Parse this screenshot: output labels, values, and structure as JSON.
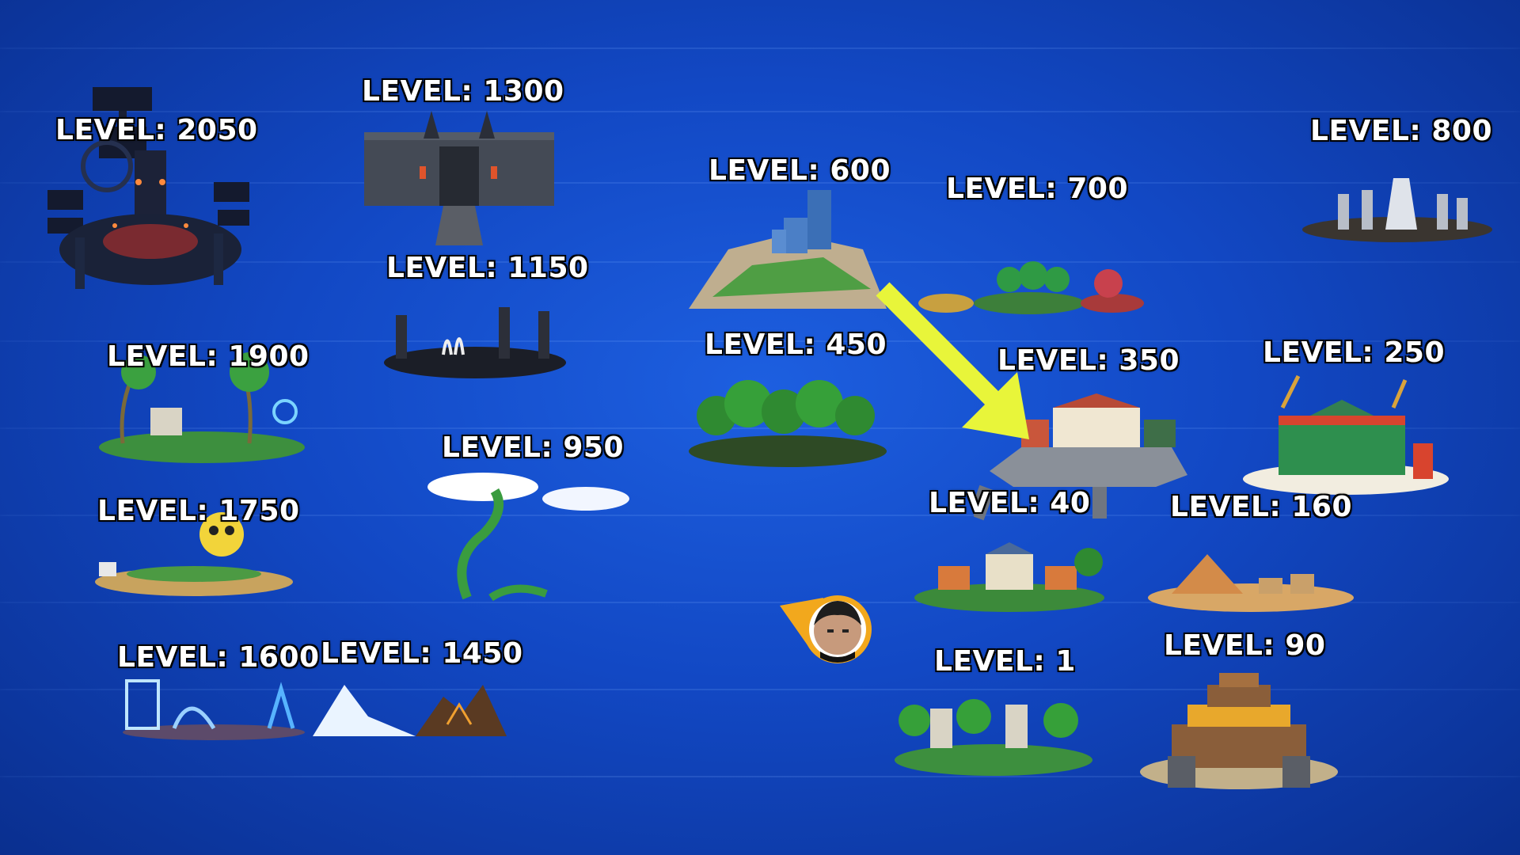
{
  "map": {
    "islands": [
      {
        "id": "level-2050",
        "label": "LEVEL: 2050"
      },
      {
        "id": "level-1300",
        "label": "LEVEL: 1300"
      },
      {
        "id": "level-1150",
        "label": "LEVEL: 1150"
      },
      {
        "id": "level-600",
        "label": "LEVEL: 600"
      },
      {
        "id": "level-700",
        "label": "LEVEL: 700"
      },
      {
        "id": "level-800",
        "label": "LEVEL: 800"
      },
      {
        "id": "level-1900",
        "label": "LEVEL: 1900"
      },
      {
        "id": "level-450",
        "label": "LEVEL: 450"
      },
      {
        "id": "level-350",
        "label": "LEVEL: 350"
      },
      {
        "id": "level-250",
        "label": "LEVEL: 250"
      },
      {
        "id": "level-950",
        "label": "LEVEL: 950"
      },
      {
        "id": "level-1750",
        "label": "LEVEL: 1750"
      },
      {
        "id": "level-40",
        "label": "LEVEL: 40"
      },
      {
        "id": "level-160",
        "label": "LEVEL: 160"
      },
      {
        "id": "level-1600",
        "label": "LEVEL: 1600"
      },
      {
        "id": "level-1450",
        "label": "LEVEL: 1450"
      },
      {
        "id": "level-1",
        "label": "LEVEL: 1"
      },
      {
        "id": "level-90",
        "label": "LEVEL: 90"
      }
    ],
    "player_marker": {
      "icon": "player-avatar-icon"
    },
    "pointer_arrow": {
      "icon": "arrow-icon",
      "color": "#e8f53a"
    }
  },
  "colors": {
    "sea": "#1248c4",
    "label_text": "#ffffff",
    "arrow": "#e8f53a",
    "marker": "#f2a81d"
  }
}
